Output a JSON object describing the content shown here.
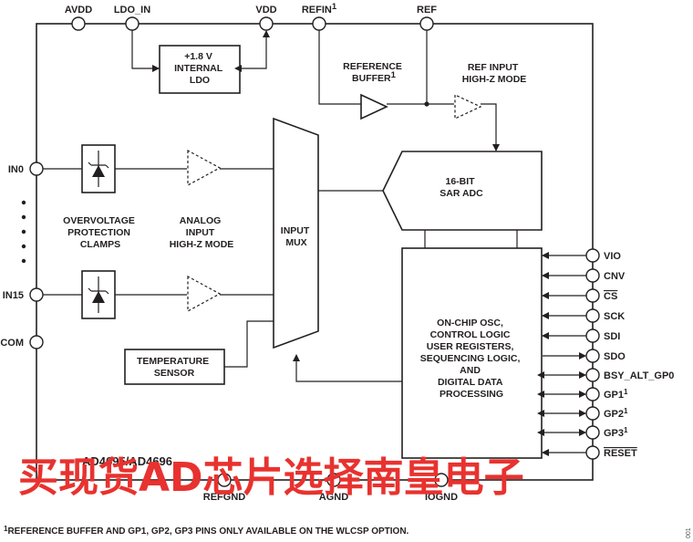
{
  "pins_top": {
    "avdd": "AVDD",
    "ldo_in": "LDO_IN",
    "vdd": "VDD",
    "refin": "REFIN",
    "refin_sup": "1",
    "ref": "REF"
  },
  "pins_left": {
    "in0": "IN0",
    "in15": "IN15",
    "com": "COM"
  },
  "pins_right": [
    {
      "label": "VIO"
    },
    {
      "label": "CNV"
    },
    {
      "label": "CS"
    },
    {
      "label": "SCK"
    },
    {
      "label": "SDI"
    },
    {
      "label": "SDO"
    },
    {
      "label": "BSY_ALT_GP0"
    },
    {
      "label": "GP1",
      "sup": "1"
    },
    {
      "label": "GP2",
      "sup": "1"
    },
    {
      "label": "GP3",
      "sup": "1"
    },
    {
      "label": "RESET"
    }
  ],
  "pins_bottom": {
    "refgnd": "REFGND",
    "agnd": "AGND",
    "iognd": "IOGND"
  },
  "blocks": {
    "ldo": [
      "+1.8 V",
      "INTERNAL",
      "LDO"
    ],
    "ref_buffer": [
      "REFERENCE",
      "BUFFER"
    ],
    "ref_buffer_sup": "1",
    "ref_input": [
      "REF INPUT",
      "HIGH-Z MODE"
    ],
    "adc": [
      "16-BIT",
      "SAR ADC"
    ],
    "ovp": [
      "OVERVOLTAGE",
      "PROTECTION",
      "CLAMPS"
    ],
    "analog_input": [
      "ANALOG",
      "INPUT",
      "HIGH-Z MODE"
    ],
    "mux": [
      "INPUT",
      "MUX"
    ],
    "temp": [
      "TEMPERATURE",
      "SENSOR"
    ],
    "logic": [
      "ON-CHIP OSC,",
      "CONTROL LOGIC",
      "USER REGISTERS,",
      "SEQUENCING LOGIC,",
      "AND",
      "DIGITAL DATA",
      "PROCESSING"
    ]
  },
  "part_name": "AD4695/AD4696",
  "footnote_sup": "1",
  "footnote": "REFERENCE BUFFER AND GP1, GP2, GP3 PINS ONLY AVAILABLE ON THE WLCSP OPTION.",
  "figure_id": "001",
  "watermark": "买现货AD芯片选择南皇电子",
  "colors": {
    "ink": "#231f20",
    "watermark": "#e8322f"
  }
}
